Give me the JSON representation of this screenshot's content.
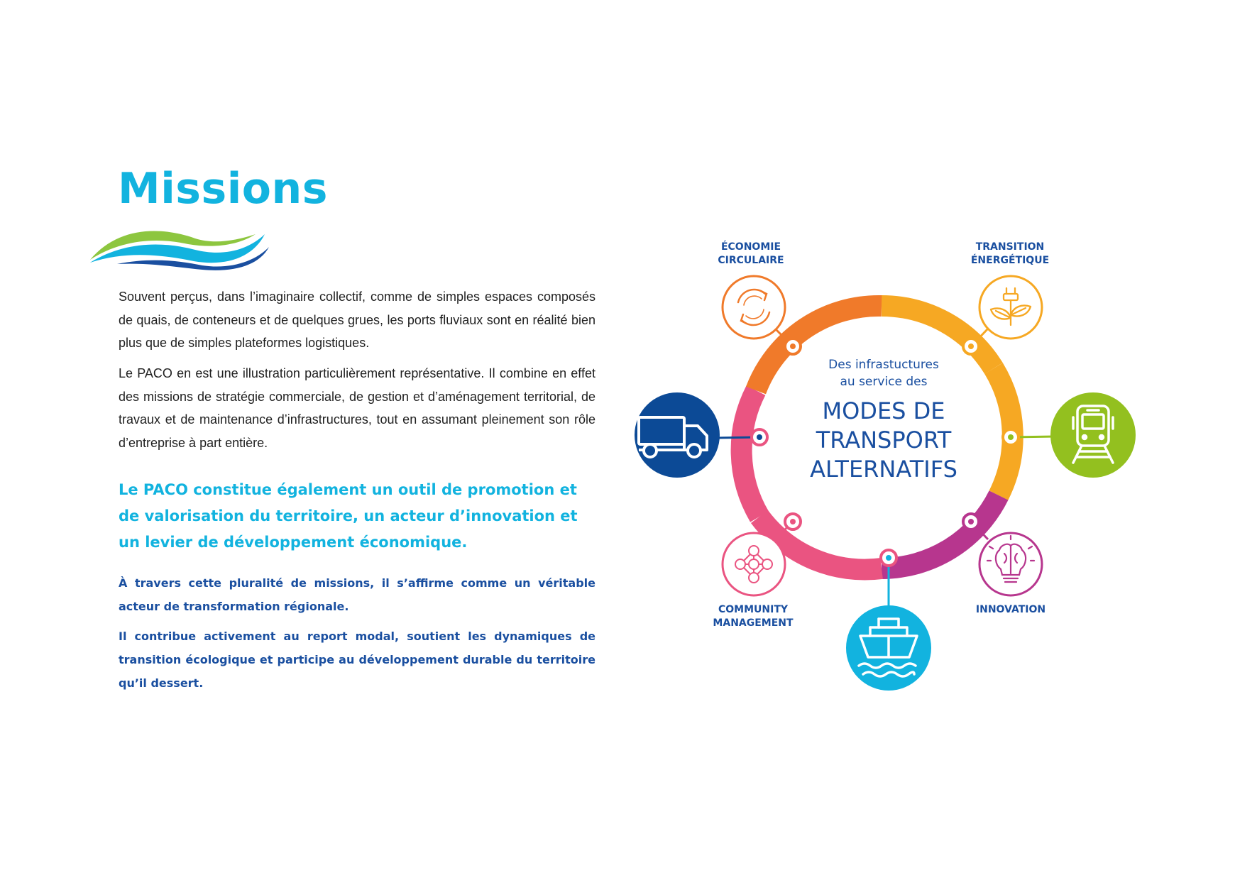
{
  "title": "Missions",
  "paragraphs": {
    "p1": "Souvent perçus, dans l’imaginaire collectif, comme de simples espaces composés de quais, de conteneurs et de quelques grues, les ports fluviaux sont en réalité bien plus que de simples plateformes logistiques.",
    "p2": "Le PACO en est une illustration particulièrement représentative. Il combine en effet des missions de stratégie commerciale, de gestion et d’aménagement territorial, de travaux et de maintenance d’infrastructures, tout en assumant pleinement son rôle d’entreprise à part entière.",
    "highlight": "Le PACO constitue également un outil de promotion et de valorisation du territoire, un acteur d’innovation et un levier de développement économique.",
    "p4": "À travers cette pluralité de missions, il s’affirme comme un véritable acteur de transformation régionale.",
    "p5": "Il contribue activement au report modal, soutient les dynamiques de transition écologique et participe au développement durable du territoire qu’il dessert."
  },
  "diagram": {
    "center": {
      "line1": "Des infrastuctures",
      "line2": "au service des",
      "big1": "MODES DE",
      "big2": "TRANSPORT",
      "big3": "ALTERNATIFS"
    },
    "labels": {
      "economie_1": "ÉCONOMIE",
      "economie_2": "CIRCULAIRE",
      "transition_1": "TRANSITION",
      "transition_2": "ÉNERGÉTIQUE",
      "community_1": "COMMUNITY",
      "community_2": "MANAGEMENT",
      "innovation": "INNOVATION"
    },
    "icons": [
      "recycle-icon",
      "plug-leaf-icon",
      "truck-icon",
      "train-icon",
      "network-people-icon",
      "boat-icon",
      "brain-bulb-icon"
    ],
    "colors": {
      "economie": "#f07a2a",
      "transition": "#f6a823",
      "truck": "#0c4a96",
      "train": "#93c01f",
      "innovation": "#b7368e",
      "boat": "#12b3df",
      "community": "#ea5481"
    }
  }
}
